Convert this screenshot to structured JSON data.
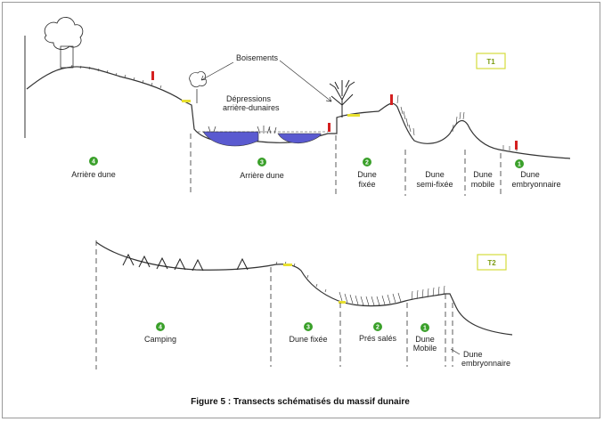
{
  "t1": {
    "tag": "T1",
    "annotations": {
      "boisements": "Boisements",
      "depressions_line1": "Dépressions",
      "depressions_line2": "arrière-dunaires"
    },
    "zones": [
      {
        "num": "4",
        "line1": "Arrière dune",
        "line2": ""
      },
      {
        "num": "3",
        "line1": "Arrière dune",
        "line2": ""
      },
      {
        "num": "2",
        "line1": "Dune",
        "line2": "fixée"
      },
      {
        "num": "",
        "line1": "Dune",
        "line2": "semi-fixée"
      },
      {
        "num": "",
        "line1": "Dune",
        "line2": "mobile"
      },
      {
        "num": "1",
        "line1": "Dune",
        "line2": "embryonnaire"
      }
    ]
  },
  "t2": {
    "tag": "T2",
    "zones": [
      {
        "num": "4",
        "line1": "Camping",
        "line2": ""
      },
      {
        "num": "3",
        "line1": "Dune fixée",
        "line2": ""
      },
      {
        "num": "2",
        "line1": "Prés salés",
        "line2": ""
      },
      {
        "num": "1",
        "line1": "Dune",
        "line2": "Mobile"
      },
      {
        "num": "",
        "line1": "Dune",
        "line2": "embryonnaire"
      }
    ]
  },
  "caption": "Figure 5 : Transects schématisés du massif dunaire",
  "colors": {
    "badge": "#3aa02a",
    "tag_border": "#d4dc3c",
    "water": "#5a5ad0",
    "marker": "#d42020",
    "sand": "#e8e030"
  }
}
